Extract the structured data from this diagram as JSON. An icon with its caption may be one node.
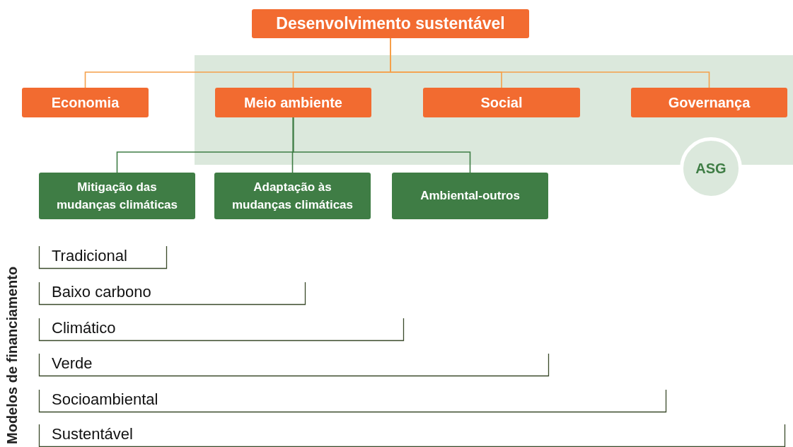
{
  "diagram": {
    "nodes": [
      {
        "text": [
          "Desenvolvimento sustentável"
        ]
      },
      {
        "text": [
          "Economia"
        ]
      },
      {
        "text": [
          "Meio ambiente"
        ]
      },
      {
        "text": [
          "Social"
        ]
      },
      {
        "text": [
          "Governança"
        ]
      },
      {
        "text": [
          "Mitigação das mudanças climáticas"
        ]
      },
      {
        "text": [
          "Adaptação às mudanças climáticas"
        ]
      },
      {
        "text": [
          "Ambiental-outros"
        ]
      },
      {
        "text": [
          "ASG"
        ]
      },
      {
        "text": [
          "Tradicional"
        ]
      },
      {
        "text": [
          "Baixo carbono"
        ]
      },
      {
        "text": [
          "Climático"
        ]
      },
      {
        "text": [
          "Verde"
        ]
      },
      {
        "text": [
          "Socioambiental"
        ]
      },
      {
        "text": [
          "Sustentável"
        ]
      }
    ],
    "edges": [
      {
        "from": 0,
        "to": 1,
        "arrow": "none"
      },
      {
        "from": 0,
        "to": 2,
        "arrow": "none"
      },
      {
        "from": 0,
        "to": 3,
        "arrow": "none"
      },
      {
        "from": 0,
        "to": 4,
        "arrow": "none"
      },
      {
        "from": 2,
        "to": 5,
        "arrow": "none",
        "color": "#3f7d45"
      },
      {
        "from": 2,
        "to": 6,
        "arrow": "none",
        "color": "#3f7d45"
      },
      {
        "from": 2,
        "to": 7,
        "arrow": "none",
        "color": "#3f7d45"
      }
    ],
    "labels": [
      "Modelos de financiamento"
    ]
  }
}
